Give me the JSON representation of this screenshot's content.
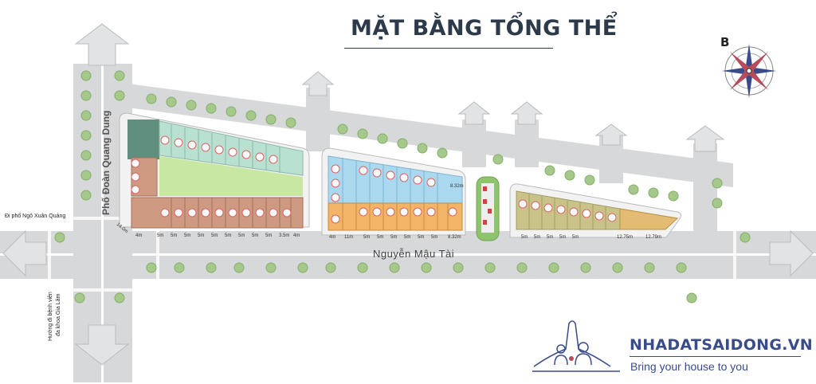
{
  "title": "MẶT BẰNG TỔNG THỂ",
  "compass": {
    "letter": "B"
  },
  "streets": {
    "main_road": "Nguyễn Mậu Tài",
    "vertical_road": "Phố Đoàn Quang Dung",
    "left_exit": "Đi phố Ngô Xuân Quảng",
    "bottom_exit_line1": "Hướng đi bệnh viện",
    "bottom_exit_line2": "đa khoa Gia Lâm"
  },
  "dimensions": {
    "block_a_bottom": [
      "4m",
      "5m",
      "5m",
      "5m",
      "5m",
      "5m",
      "5m",
      "5m",
      "5m",
      "5m",
      "3.5m",
      "4m"
    ],
    "block_b_bottom": [
      "4m",
      "11m",
      "5m",
      "5m",
      "5m",
      "5m",
      "5m",
      "5m",
      "8.32m"
    ],
    "block_c_bottom": [
      "5m",
      "5m",
      "5m",
      "5m",
      "5m",
      "12.75m",
      "12.79m"
    ],
    "block_a_left": "14.0m",
    "block_b_right": "8.32m"
  },
  "brand": {
    "name": "NHADATSAIDONG.VN",
    "tagline": "Bring your house to you"
  },
  "colors": {
    "title": "#2d3a4a",
    "brand": "#3a4b8c",
    "road": "#d9dadc",
    "sidewalk": "#eef0f0",
    "tree": "#a9c98a",
    "lot_teal": "#b8e0d2",
    "lot_green": "#c7e6a2",
    "lot_brown": "#cf9a82",
    "lot_blue": "#a9d8ef",
    "lot_orange": "#f2b567",
    "lot_yellow": "#e8d79a"
  }
}
